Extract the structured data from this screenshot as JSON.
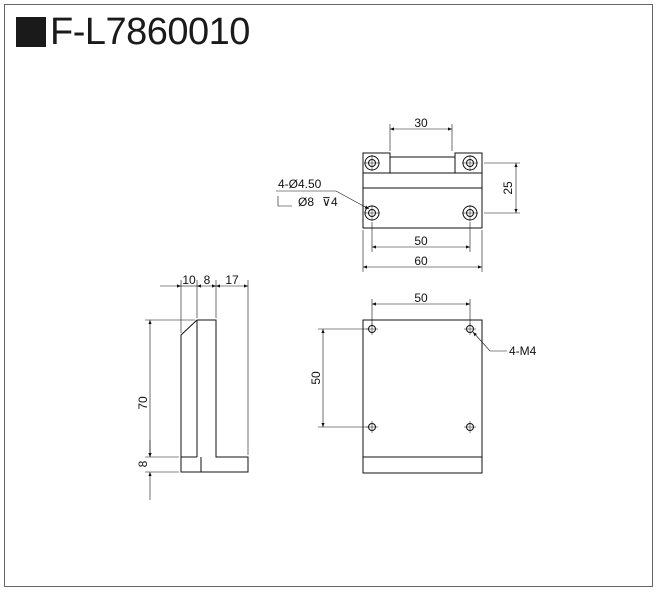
{
  "title": {
    "part_number": "F-L7860010"
  },
  "top_view": {
    "dim_width_top": "30",
    "dim_height_right": "25",
    "dim_width_inner": "50",
    "dim_width_outer": "60",
    "hole_callout_line1": "4-Ø4.50",
    "hole_callout_line2": "Ø8",
    "hole_callout_depth": "4"
  },
  "side_view": {
    "dim_top_a": "10",
    "dim_top_b": "8",
    "dim_top_c": "17",
    "dim_height_main": "70",
    "dim_height_base": "8"
  },
  "front_view": {
    "dim_width_top": "50",
    "dim_height_left": "50",
    "thread_callout": "4-M4"
  }
}
